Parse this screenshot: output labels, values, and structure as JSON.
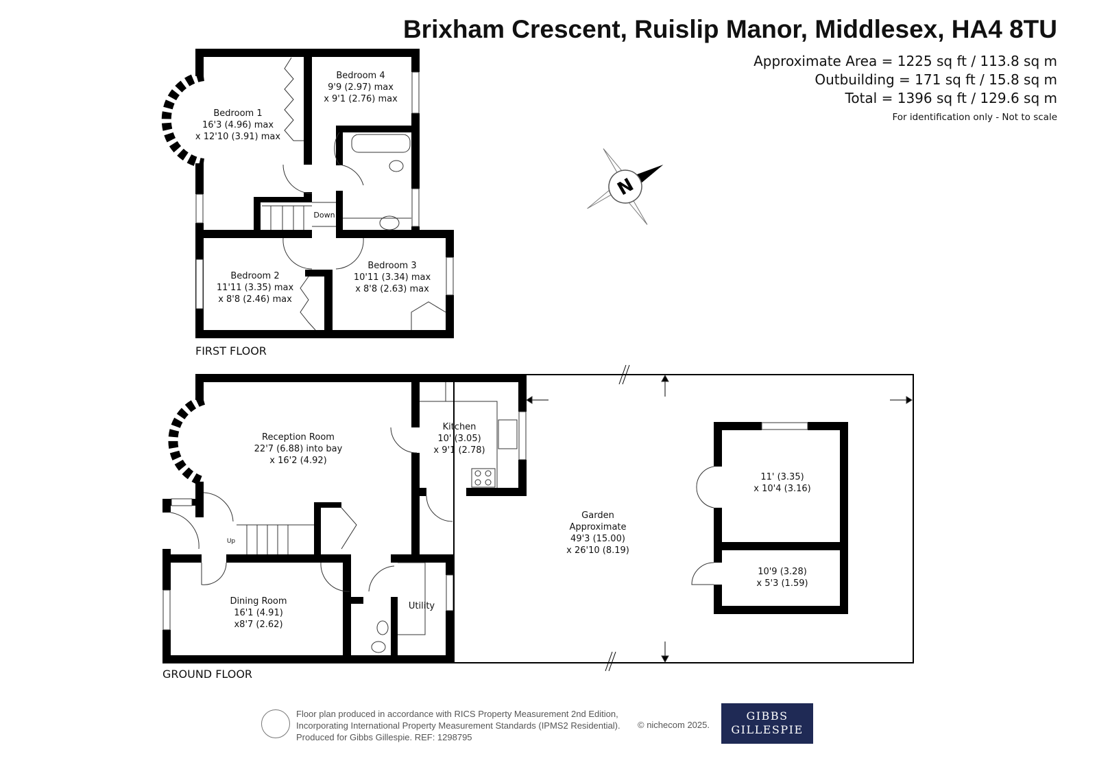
{
  "header": {
    "title": "Brixham Crescent, Ruislip Manor, Middlesex, HA4 8TU",
    "approx_area": "Approximate Area = 1225 sq ft / 113.8 sq m",
    "outbuilding": "Outbuilding = 171 sq ft / 15.8 sq m",
    "total": "Total = 1396 sq ft / 129.6 sq m",
    "note": "For identification only - Not to scale"
  },
  "compass": {
    "label": "N"
  },
  "first_floor": {
    "label": "FIRST FLOOR",
    "stairs_label": "Down",
    "rooms": [
      {
        "name": "Bedroom 1",
        "dim1": "16'3 (4.96) max",
        "dim2": "x 12'10 (3.91) max"
      },
      {
        "name": "Bedroom 4",
        "dim1": "9'9 (2.97) max",
        "dim2": "x 9'1 (2.76) max"
      },
      {
        "name": "Bedroom 2",
        "dim1": "11'11 (3.35) max",
        "dim2": "x 8'8 (2.46) max"
      },
      {
        "name": "Bedroom 3",
        "dim1": "10'11 (3.34) max",
        "dim2": "x 8'8 (2.63) max"
      }
    ]
  },
  "ground_floor": {
    "label": "GROUND FLOOR",
    "stairs_label": "Up",
    "rooms": [
      {
        "name": "Reception Room",
        "dim1": "22'7 (6.88) into bay",
        "dim2": "x 16'2 (4.92)"
      },
      {
        "name": "Kitchen",
        "dim1": "10' (3.05)",
        "dim2": "x 9'1 (2.78)"
      },
      {
        "name": "Dining Room",
        "dim1": "16'1 (4.91)",
        "dim2": "x8'7 (2.62)"
      },
      {
        "name": "Utility"
      },
      {
        "name": "Garden",
        "dim0": "Approximate",
        "dim1": "49'3 (15.00)",
        "dim2": "x 26'10 (8.19)"
      },
      {
        "dim1": "11' (3.35)",
        "dim2": "x 10'4 (3.16)"
      },
      {
        "dim1": "10'9 (3.28)",
        "dim2": "x 5'3 (1.59)"
      }
    ]
  },
  "footer": {
    "line1": "Floor plan produced in accordance with RICS Property Measurement 2nd Edition,",
    "line2": "Incorporating International Property Measurement Standards (IPMS2 Residential).",
    "line3": "Produced for Gibbs Gillespie.   REF:  1298795",
    "copyright": "© nichecom 2025.",
    "logo_line1": "GIBBS",
    "logo_line2": "GILLESPIE"
  },
  "colors": {
    "wall": "#000000",
    "logo_bg": "#1f2a55"
  }
}
